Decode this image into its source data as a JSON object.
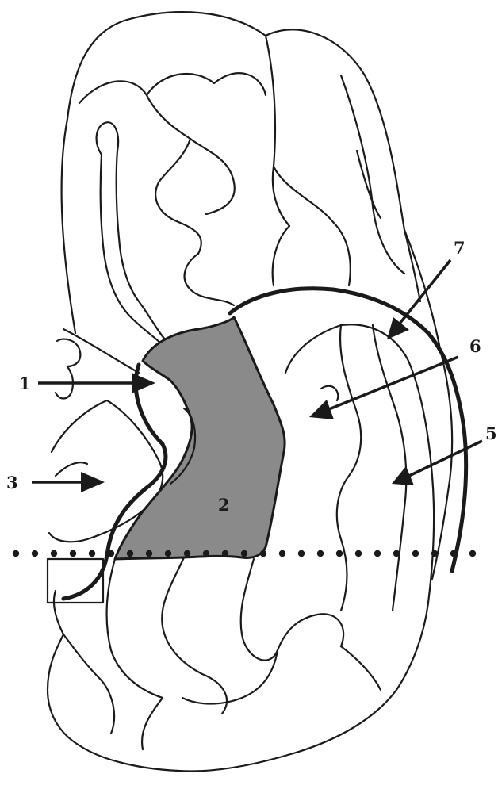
{
  "labels": {
    "l1": "1",
    "l2": "2",
    "l3": "3",
    "l5": "5",
    "l6": "6",
    "l7": "7"
  },
  "colors": {
    "line": "#1a1a1a",
    "shaded_region": "#8a8a8a",
    "background": "#ffffff"
  }
}
